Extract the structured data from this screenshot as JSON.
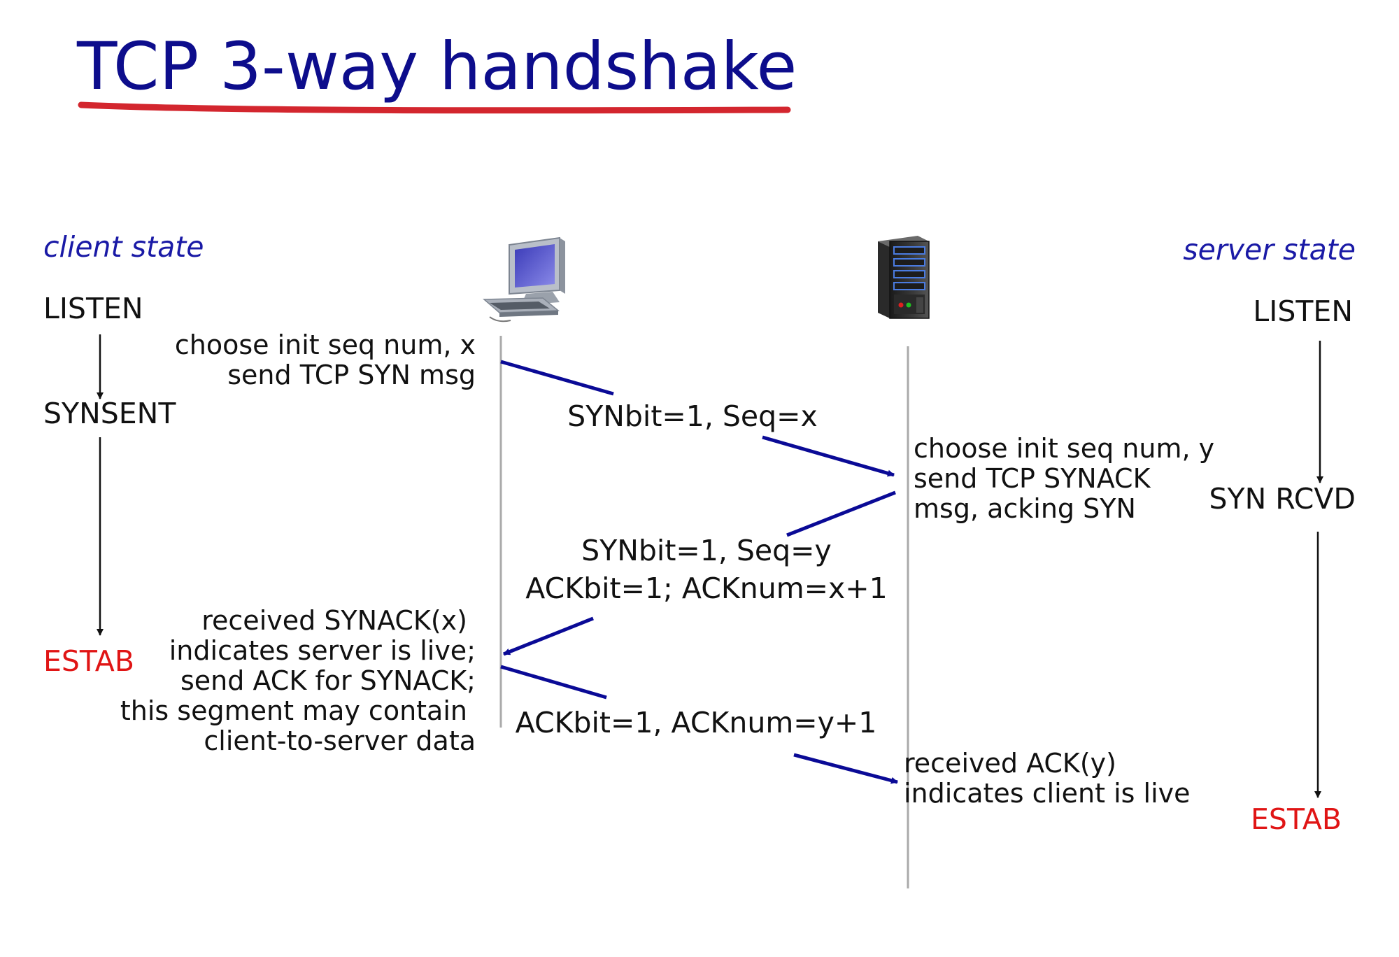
{
  "title": "TCP 3-way handshake",
  "client": {
    "header": "client state",
    "states": [
      "LISTEN",
      "SYNSENT",
      "ESTAB"
    ]
  },
  "server": {
    "header": "server state",
    "states": [
      "LISTEN",
      "SYN RCVD",
      "ESTAB"
    ]
  },
  "notes": {
    "client_init": [
      "choose init seq num, x",
      "send TCP SYN msg"
    ],
    "server_init": [
      "choose init seq num, y",
      "send TCP SYNACK",
      "msg, acking SYN"
    ],
    "client_recv": [
      "received SYNACK(x)",
      "indicates server is live;",
      "send ACK for SYNACK;",
      "this segment may contain",
      "client-to-server data"
    ],
    "server_recv": [
      "received ACK(y)",
      "indicates client is live"
    ]
  },
  "messages": {
    "syn": [
      "SYNbit=1, Seq=x"
    ],
    "synack": [
      "SYNbit=1, Seq=y",
      "ACKbit=1; ACKnum=x+1"
    ],
    "ack": [
      "ACKbit=1, ACKnum=y+1"
    ]
  },
  "colors": {
    "title": "#0d0d8c",
    "underline": "#d3262e",
    "state_header": "#1a1aa6",
    "estab": "#e01515",
    "arrow": "#0a0a96",
    "timeline": "#aaaaaa"
  },
  "icons": [
    "laptop-icon",
    "server-icon"
  ]
}
